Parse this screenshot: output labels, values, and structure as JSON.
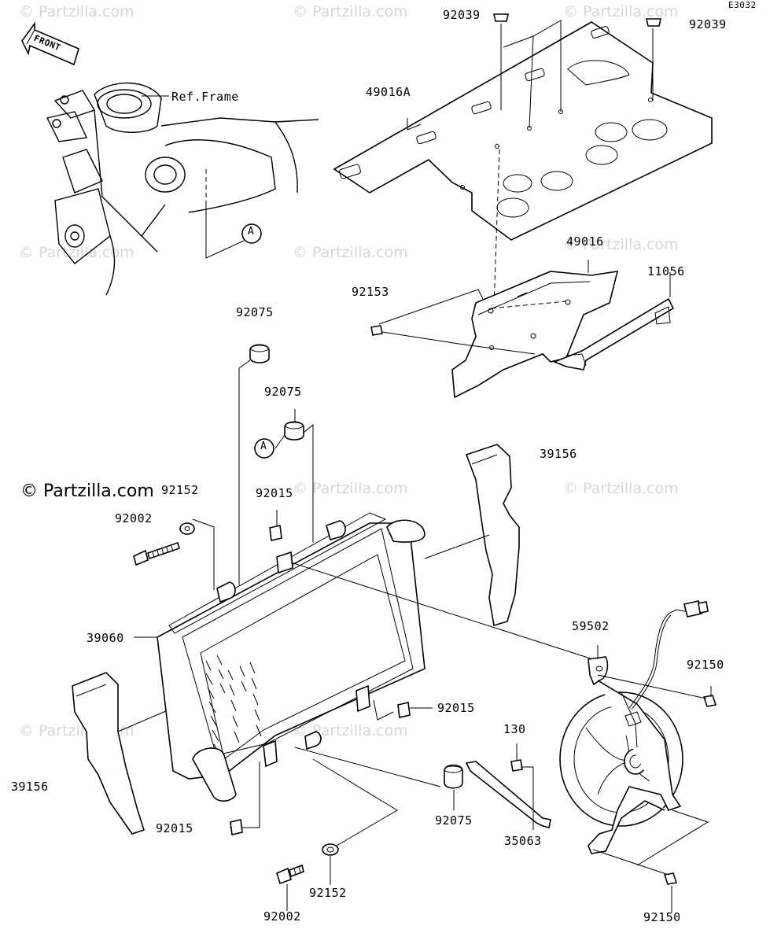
{
  "diagram_code": "E3032",
  "front_label": "FRONT",
  "ref_frame": "Ref.Frame",
  "watermark": "© Partzilla.com",
  "callout_a": "A",
  "labels": {
    "p92039_left": "92039",
    "p92039_right": "92039",
    "p49016A": "49016A",
    "p49016": "49016",
    "p11056": "11056",
    "p92153": "92153",
    "p92075_top": "92075",
    "p92075_mid": "92075",
    "p92075_low": "92075",
    "p39156_right": "39156",
    "p39156_left": "39156",
    "p92152_top": "92152",
    "p92152_low": "92152",
    "p92002_top": "92002",
    "p92002_low": "92002",
    "p92015_top": "92015",
    "p92015_mid": "92015",
    "p92015_low": "92015",
    "p39060": "39060",
    "p59502": "59502",
    "p92150_top": "92150",
    "p92150_low": "92150",
    "p130": "130",
    "p35063": "35063"
  }
}
